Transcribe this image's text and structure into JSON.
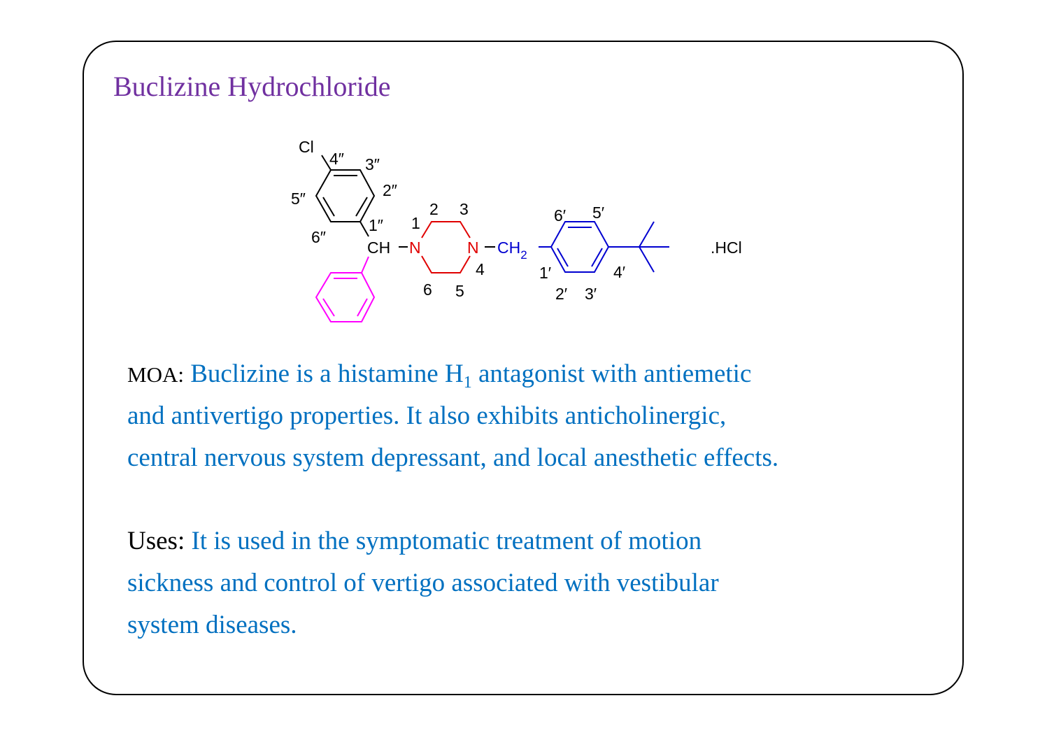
{
  "title": "Buclizine Hydrochloride",
  "structure": {
    "atoms": {
      "cl": "Cl",
      "ch": "CH",
      "n1": "N",
      "n4": "N",
      "ch2": "CH",
      "ch2_sub": "2",
      "salt": ".HCl"
    },
    "ring_labels_chlorophenyl": [
      "1″",
      "2″",
      "3″",
      "4″",
      "5″",
      "6″"
    ],
    "piperazine_labels": [
      "1",
      "2",
      "3",
      "4",
      "5",
      "6"
    ],
    "benzyl_labels": [
      "1′",
      "2′",
      "3′",
      "4′",
      "5′",
      "6′"
    ],
    "colors": {
      "chlorophenyl": "#000000",
      "phenyl": "#ff00ff",
      "piperazine": "#e00000",
      "benzyl": "#0000d0"
    }
  },
  "moa": {
    "label": "MOA:",
    "line1_a": "Buclizine is a histamine H",
    "line1_sub": "1",
    "line1_b": " antagonist with antiemetic",
    "line2": "and antivertigo properties. It also exhibits anticholinergic,",
    "line3": "central nervous system depressant, and local anesthetic effects."
  },
  "uses": {
    "label": "Uses:",
    "line1": "It is used in the symptomatic treatment of motion",
    "line2": "sickness and control of vertigo associated with vestibular",
    "line3": "system diseases."
  }
}
